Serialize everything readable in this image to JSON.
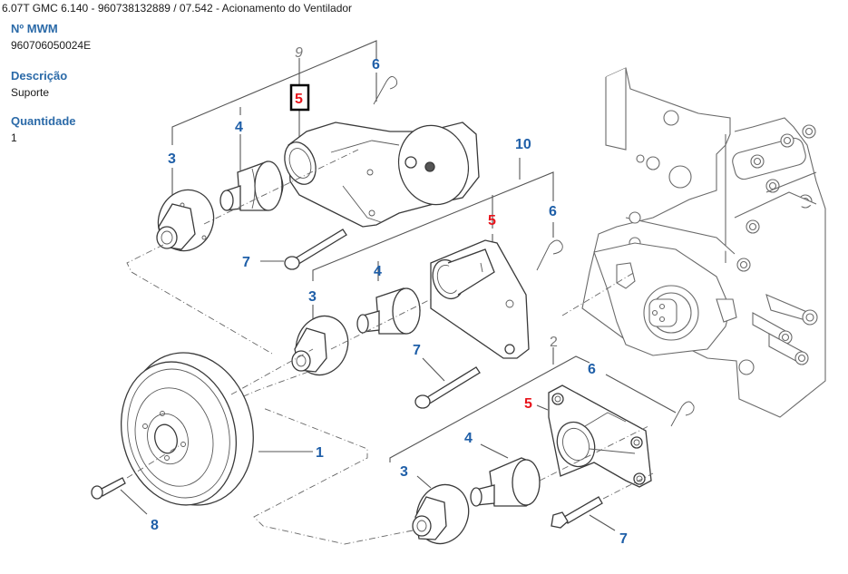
{
  "title": "6.07T GMC 6.140 - 960738132889  /  07.542 - Acionamento do Ventilador",
  "info": {
    "mwwm_label": "Nº MWM",
    "mwwm_value": "960706050024E",
    "desc_label": "Descrição",
    "desc_value": "Suporte",
    "qty_label": "Quantidade",
    "qty_value": "1"
  },
  "colors": {
    "label_blue": "#2b6aa8",
    "callout_blue": "#1f5fa8",
    "callout_red": "#e8141c",
    "callout_grey": "#7a7a7a"
  },
  "diagram": {
    "selected_callout": "5",
    "callouts": {
      "c9": "9",
      "c5_sel": "5",
      "c6_a": "6",
      "c4_a": "4",
      "c3_a": "3",
      "c7_a": "7",
      "c10": "10",
      "c5_b": "5",
      "c6_b": "6",
      "c4_b": "4",
      "c3_b": "3",
      "c7_b": "7",
      "c2": "2",
      "c6_c": "6",
      "c5_c": "5",
      "c4_c": "4",
      "c3_c": "3",
      "c7_c": "7",
      "c1": "1",
      "c8": "8"
    }
  }
}
